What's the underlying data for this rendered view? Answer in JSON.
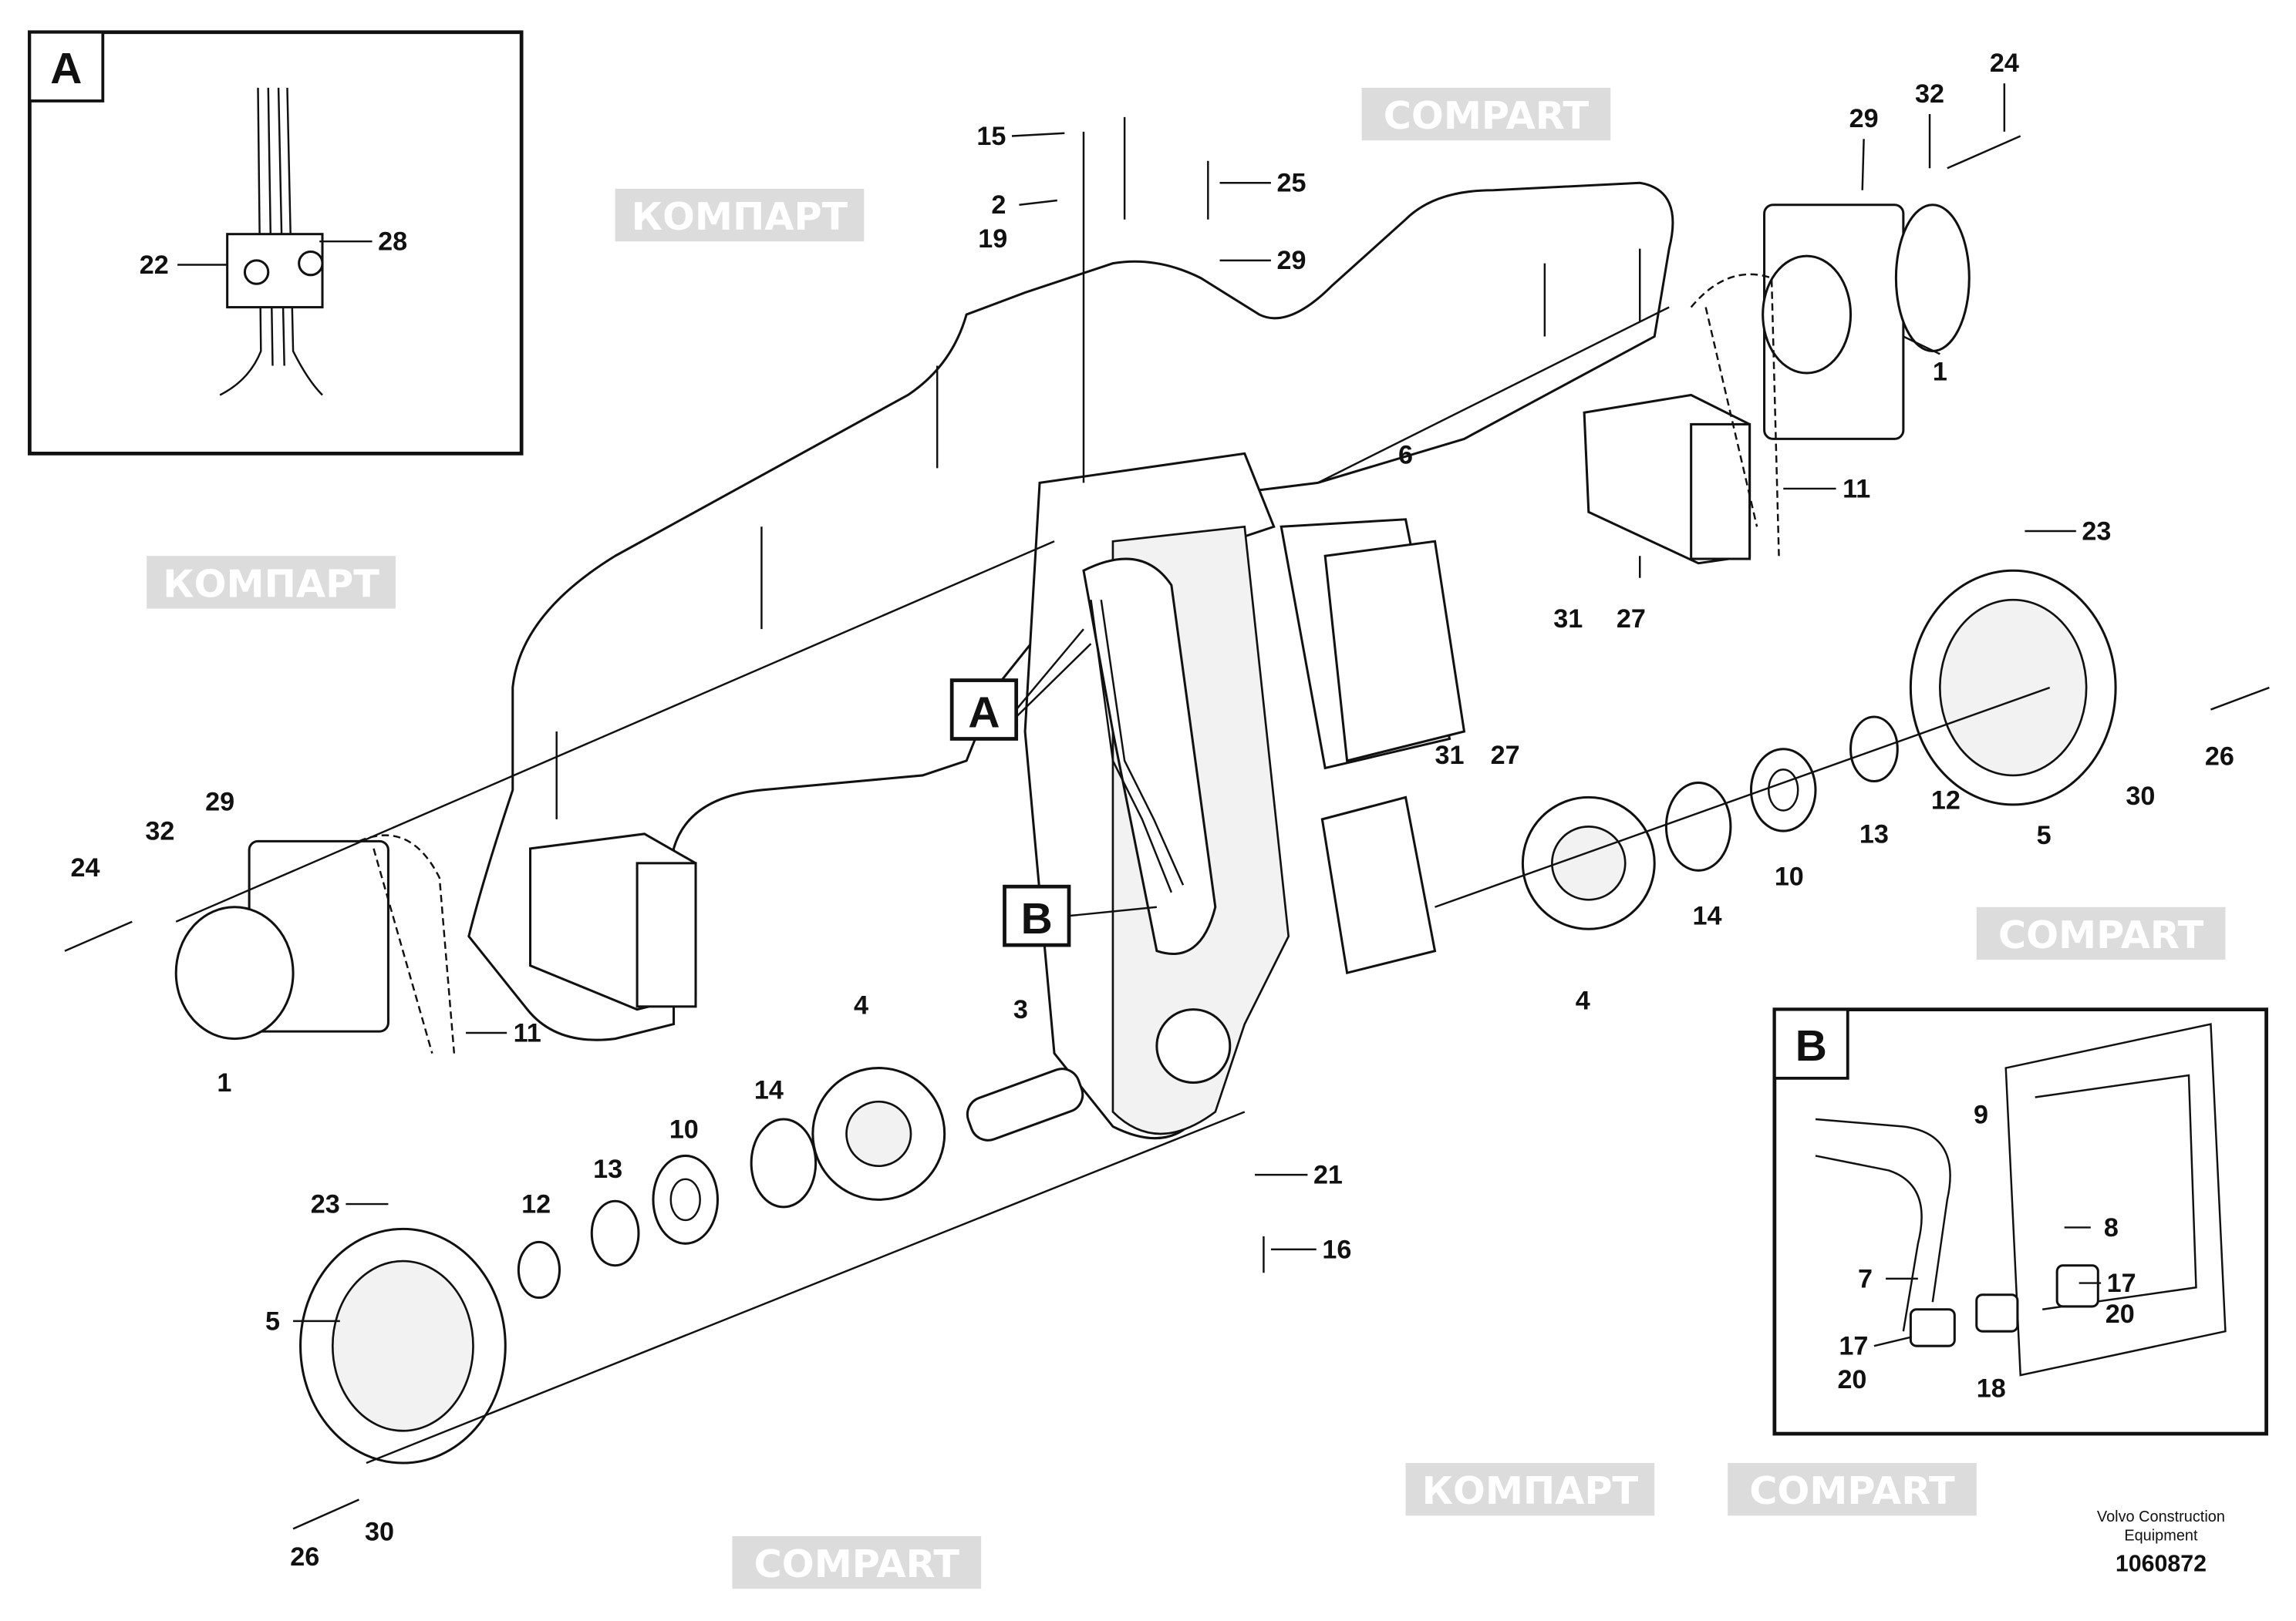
{
  "watermark": {
    "cyrillic": "КОМПАРТ",
    "latin": "COMPART"
  },
  "detail_labels": {
    "a": "A",
    "b": "B"
  },
  "callouts": [
    "22",
    "28",
    "15",
    "2",
    "19",
    "25",
    "29",
    "29",
    "32",
    "24",
    "1",
    "6",
    "11",
    "23",
    "31",
    "27",
    "31",
    "27",
    "26",
    "30",
    "5",
    "12",
    "13",
    "10",
    "14",
    "4",
    "29",
    "32",
    "24",
    "11",
    "1",
    "4",
    "3",
    "14",
    "10",
    "13",
    "12",
    "23",
    "5",
    "21",
    "16",
    "26",
    "30",
    "9",
    "8",
    "7",
    "17",
    "20",
    "17",
    "20",
    "18"
  ],
  "footer": {
    "company_line1": "Volvo Construction",
    "company_line2": "Equipment",
    "drawing_number": "1060872"
  }
}
